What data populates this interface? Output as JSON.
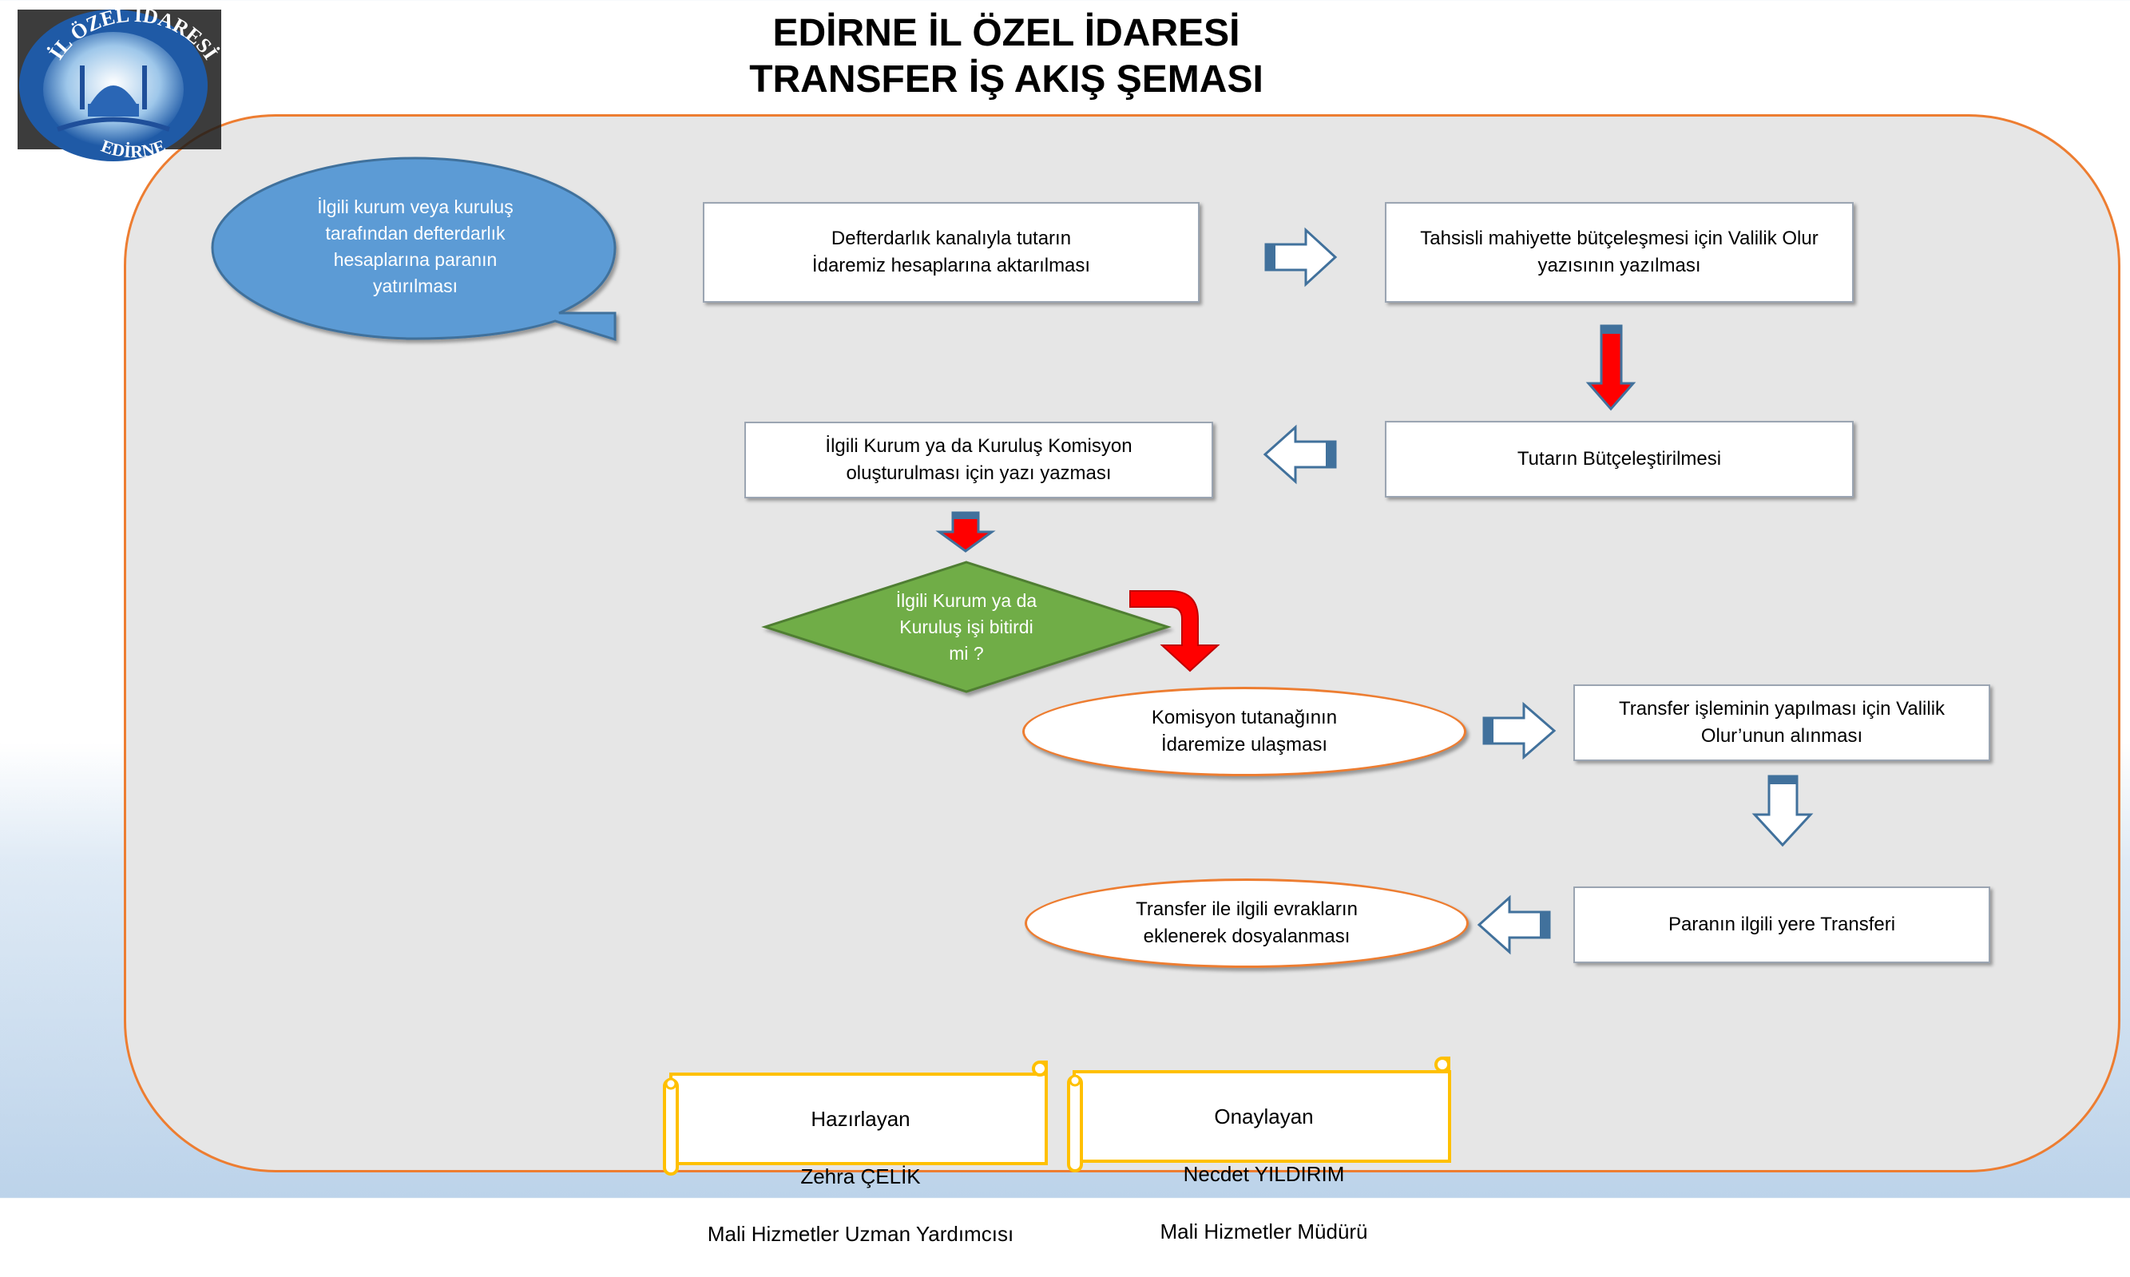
{
  "header": {
    "title_line1": "EDİRNE İL ÖZEL İDARESİ",
    "title_line2": "TRANSFER  İŞ AKIŞ ŞEMASI"
  },
  "logo": {
    "text_top": "İL ÖZEL İDARESİ",
    "text_bottom": "EDİRNE"
  },
  "flow": {
    "start_callout": "İlgili kurum veya  kuruluş\ntarafından defterdarlık\nhesaplarına  paranın\nyatırılması",
    "step1": "Defterdarlık  kanalıyla tutarın\nİdaremiz hesaplarına  aktarılması",
    "step2": "Tahsisli mahiyette bütçeleşmesi  için Valilik Olur\nyazısının yazılması",
    "step3": "Tutarın Bütçeleştirilmesi",
    "step4": "İlgili Kurum  ya da Kuruluş Komisyon\noluşturulması için yazı yazması",
    "decision": "İlgili Kurum ya da\nKuruluş  işi bitirdi\nmi ?",
    "step5": "Komisyon  tutanağının\nİdaremize  ulaşması",
    "step6": "Transfer işleminin yapılması için Valilik\nOlur’unun  alınması",
    "step7": "Paranın ilgili yere Transferi",
    "step8": "Transfer ile ilgili evrakların\neklenerek dosyalanması"
  },
  "signatures": {
    "prepared": {
      "role": "Hazırlayan",
      "name": "Zehra ÇELİK",
      "title": "Mali Hizmetler Uzman Yardımcısı"
    },
    "approved": {
      "role": "Onaylayan",
      "name": "Necdet YILDIRIM",
      "title": "Mali Hizmetler Müdürü"
    }
  },
  "colors": {
    "panel_border": "#ed7d31",
    "callout_fill": "#5b9bd5",
    "decision_fill": "#70ad47",
    "arrow_blue_stroke": "#41719c",
    "arrow_red": "#ff0000",
    "scroll_border": "#ffc000"
  }
}
